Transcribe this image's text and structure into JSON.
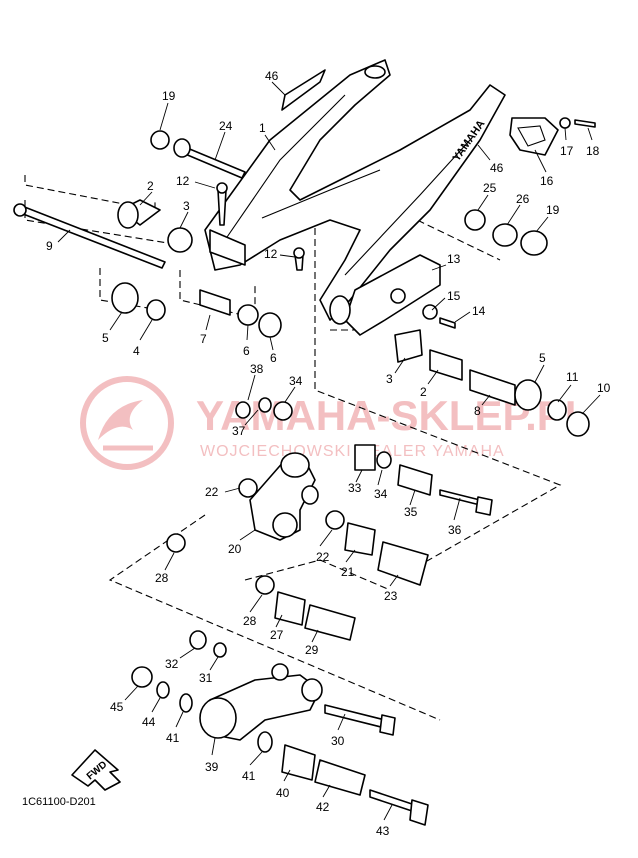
{
  "diagram_code": "1C61100-D201",
  "fwd_label": "FWD",
  "frame_brand": "YAMAHA",
  "watermark": {
    "title": "YAMAHA-SKLEP.PL",
    "subtitle": "WOJCIECHOWSKI DEALER YAMAHA",
    "color": "#f2b9bb"
  },
  "callouts": [
    "46",
    "19",
    "24",
    "1",
    "12",
    "2",
    "3",
    "9",
    "5",
    "4",
    "12",
    "7",
    "6",
    "6",
    "25",
    "26",
    "19",
    "16",
    "17",
    "18",
    "46",
    "13",
    "15",
    "14",
    "3",
    "2",
    "5",
    "8",
    "11",
    "10",
    "38",
    "34",
    "37",
    "22",
    "33",
    "34",
    "35",
    "36",
    "20",
    "22",
    "21",
    "23",
    "28",
    "28",
    "27",
    "29",
    "32",
    "31",
    "45",
    "44",
    "41",
    "30",
    "39",
    "41",
    "40",
    "42",
    "43"
  ]
}
